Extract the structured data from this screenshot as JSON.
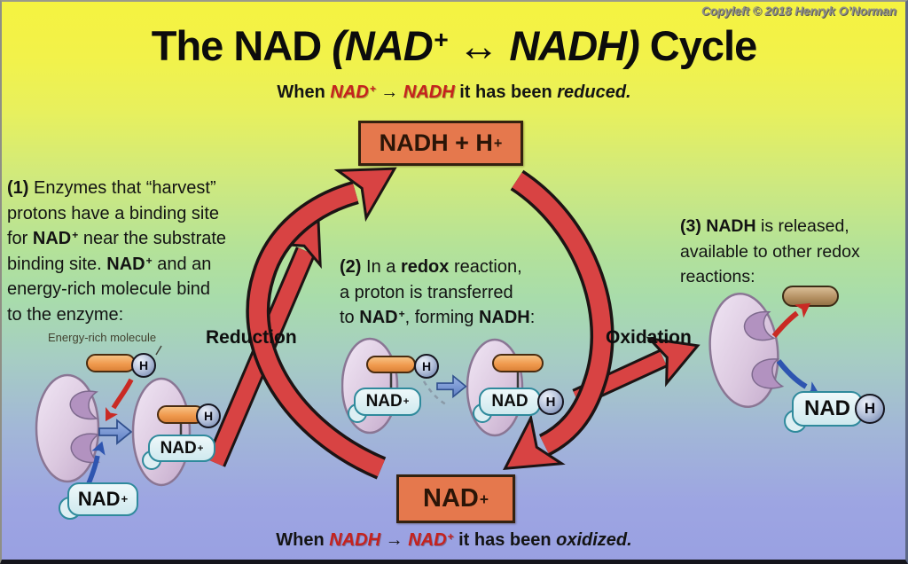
{
  "meta": {
    "copyright": "Copyleft © 2018 Henryk O’Norman"
  },
  "title": {
    "t1": "The NAD ",
    "t2": "(NAD",
    "t3": " ↔ NADH)",
    "t4": " Cycle"
  },
  "subtitle_top": {
    "w1": "When ",
    "m1": "NAD",
    "arrow": " → ",
    "m2": "NADH",
    "w2": " it has been ",
    "emph": "reduced."
  },
  "subtitle_bottom": {
    "w1": "When ",
    "m1": "NADH",
    "arrow": " → ",
    "m2": "NAD",
    "w2": " it has been ",
    "emph": "oxidized."
  },
  "boxes": {
    "nadh_h": "NADH + H",
    "nad": "NAD"
  },
  "cycle": {
    "reduction": "Reduction",
    "oxidation": "Oxidation"
  },
  "mol": {
    "nad": "NAD",
    "nadh": "NADH",
    "h": "H"
  },
  "sym": {
    "plus": "+"
  },
  "illus": {
    "energy_label": "Energy-rich molecule"
  },
  "step1": {
    "n": "(1)",
    "a": " Enzymes that “harvest”",
    "b": "protons have a binding site",
    "c1": "for ",
    "c2": " near the substrate",
    "d1": "binding site. ",
    "d2": " and an",
    "e": "energy-rich molecule bind",
    "f": "to the enzyme:"
  },
  "step2": {
    "n": "(2)",
    "a1": " In a ",
    "a2": "redox",
    "a3": " reaction,",
    "b": "a proton is transferred",
    "c1": "to ",
    "c2": ", forming ",
    "c3": ":"
  },
  "step3": {
    "n": "(3) ",
    "a": " is released,",
    "b": "available to other redox",
    "c": "reactions:"
  },
  "colors": {
    "arrow_red": "#d84343",
    "arrow_outline": "#1c1414",
    "box_orange": "#e5784d",
    "enzyme_lavender": "#dcc9e0",
    "droplet_border_teal": "#2f8a9c",
    "pill_orange": "#f09a4e",
    "pill_brown": "#b28e60",
    "block_arrow_blue": "#7b97d8"
  }
}
